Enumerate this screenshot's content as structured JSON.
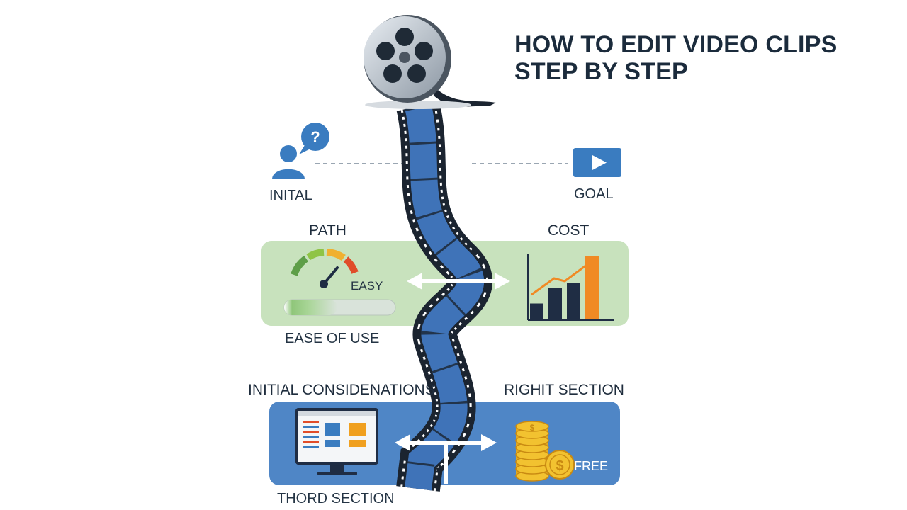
{
  "title": {
    "line1": "HOW TO EDIT VIDEO CLIPS",
    "line2": "STEP BY STEP"
  },
  "labels": {
    "initial": "INITAL",
    "goal": "GOAL",
    "path": "PATH",
    "cost": "COST",
    "easy": "EASY",
    "ease_of_use": "EASE OF USE",
    "initial_considerations": "INITIAL CONSIDENATIONS",
    "right_section": "RIGHIT SECTION",
    "free": "FREE",
    "third_section": "THORD SECTION"
  },
  "colors": {
    "film": "#3f73b8",
    "film_dark": "#1b2430",
    "green_panel": "#c8e2bd",
    "blue_panel": "#4f86c6",
    "accent_orange": "#f08a24",
    "navy_bar": "#1f2d44",
    "coin_gold": "#f2c230",
    "icon_blue": "#3a7cc0"
  },
  "icons": {
    "reel": "film-reel-icon",
    "person": "person-question-icon",
    "play": "play-icon",
    "gauge": "gauge-icon",
    "chart": "bar-chart-icon",
    "monitor": "monitor-icon",
    "coins": "coins-icon"
  },
  "chart_data": {
    "type": "bar",
    "categories": [
      "1",
      "2",
      "3",
      "4"
    ],
    "values": [
      1,
      2,
      2.3,
      4
    ],
    "highlight_index": 3
  }
}
